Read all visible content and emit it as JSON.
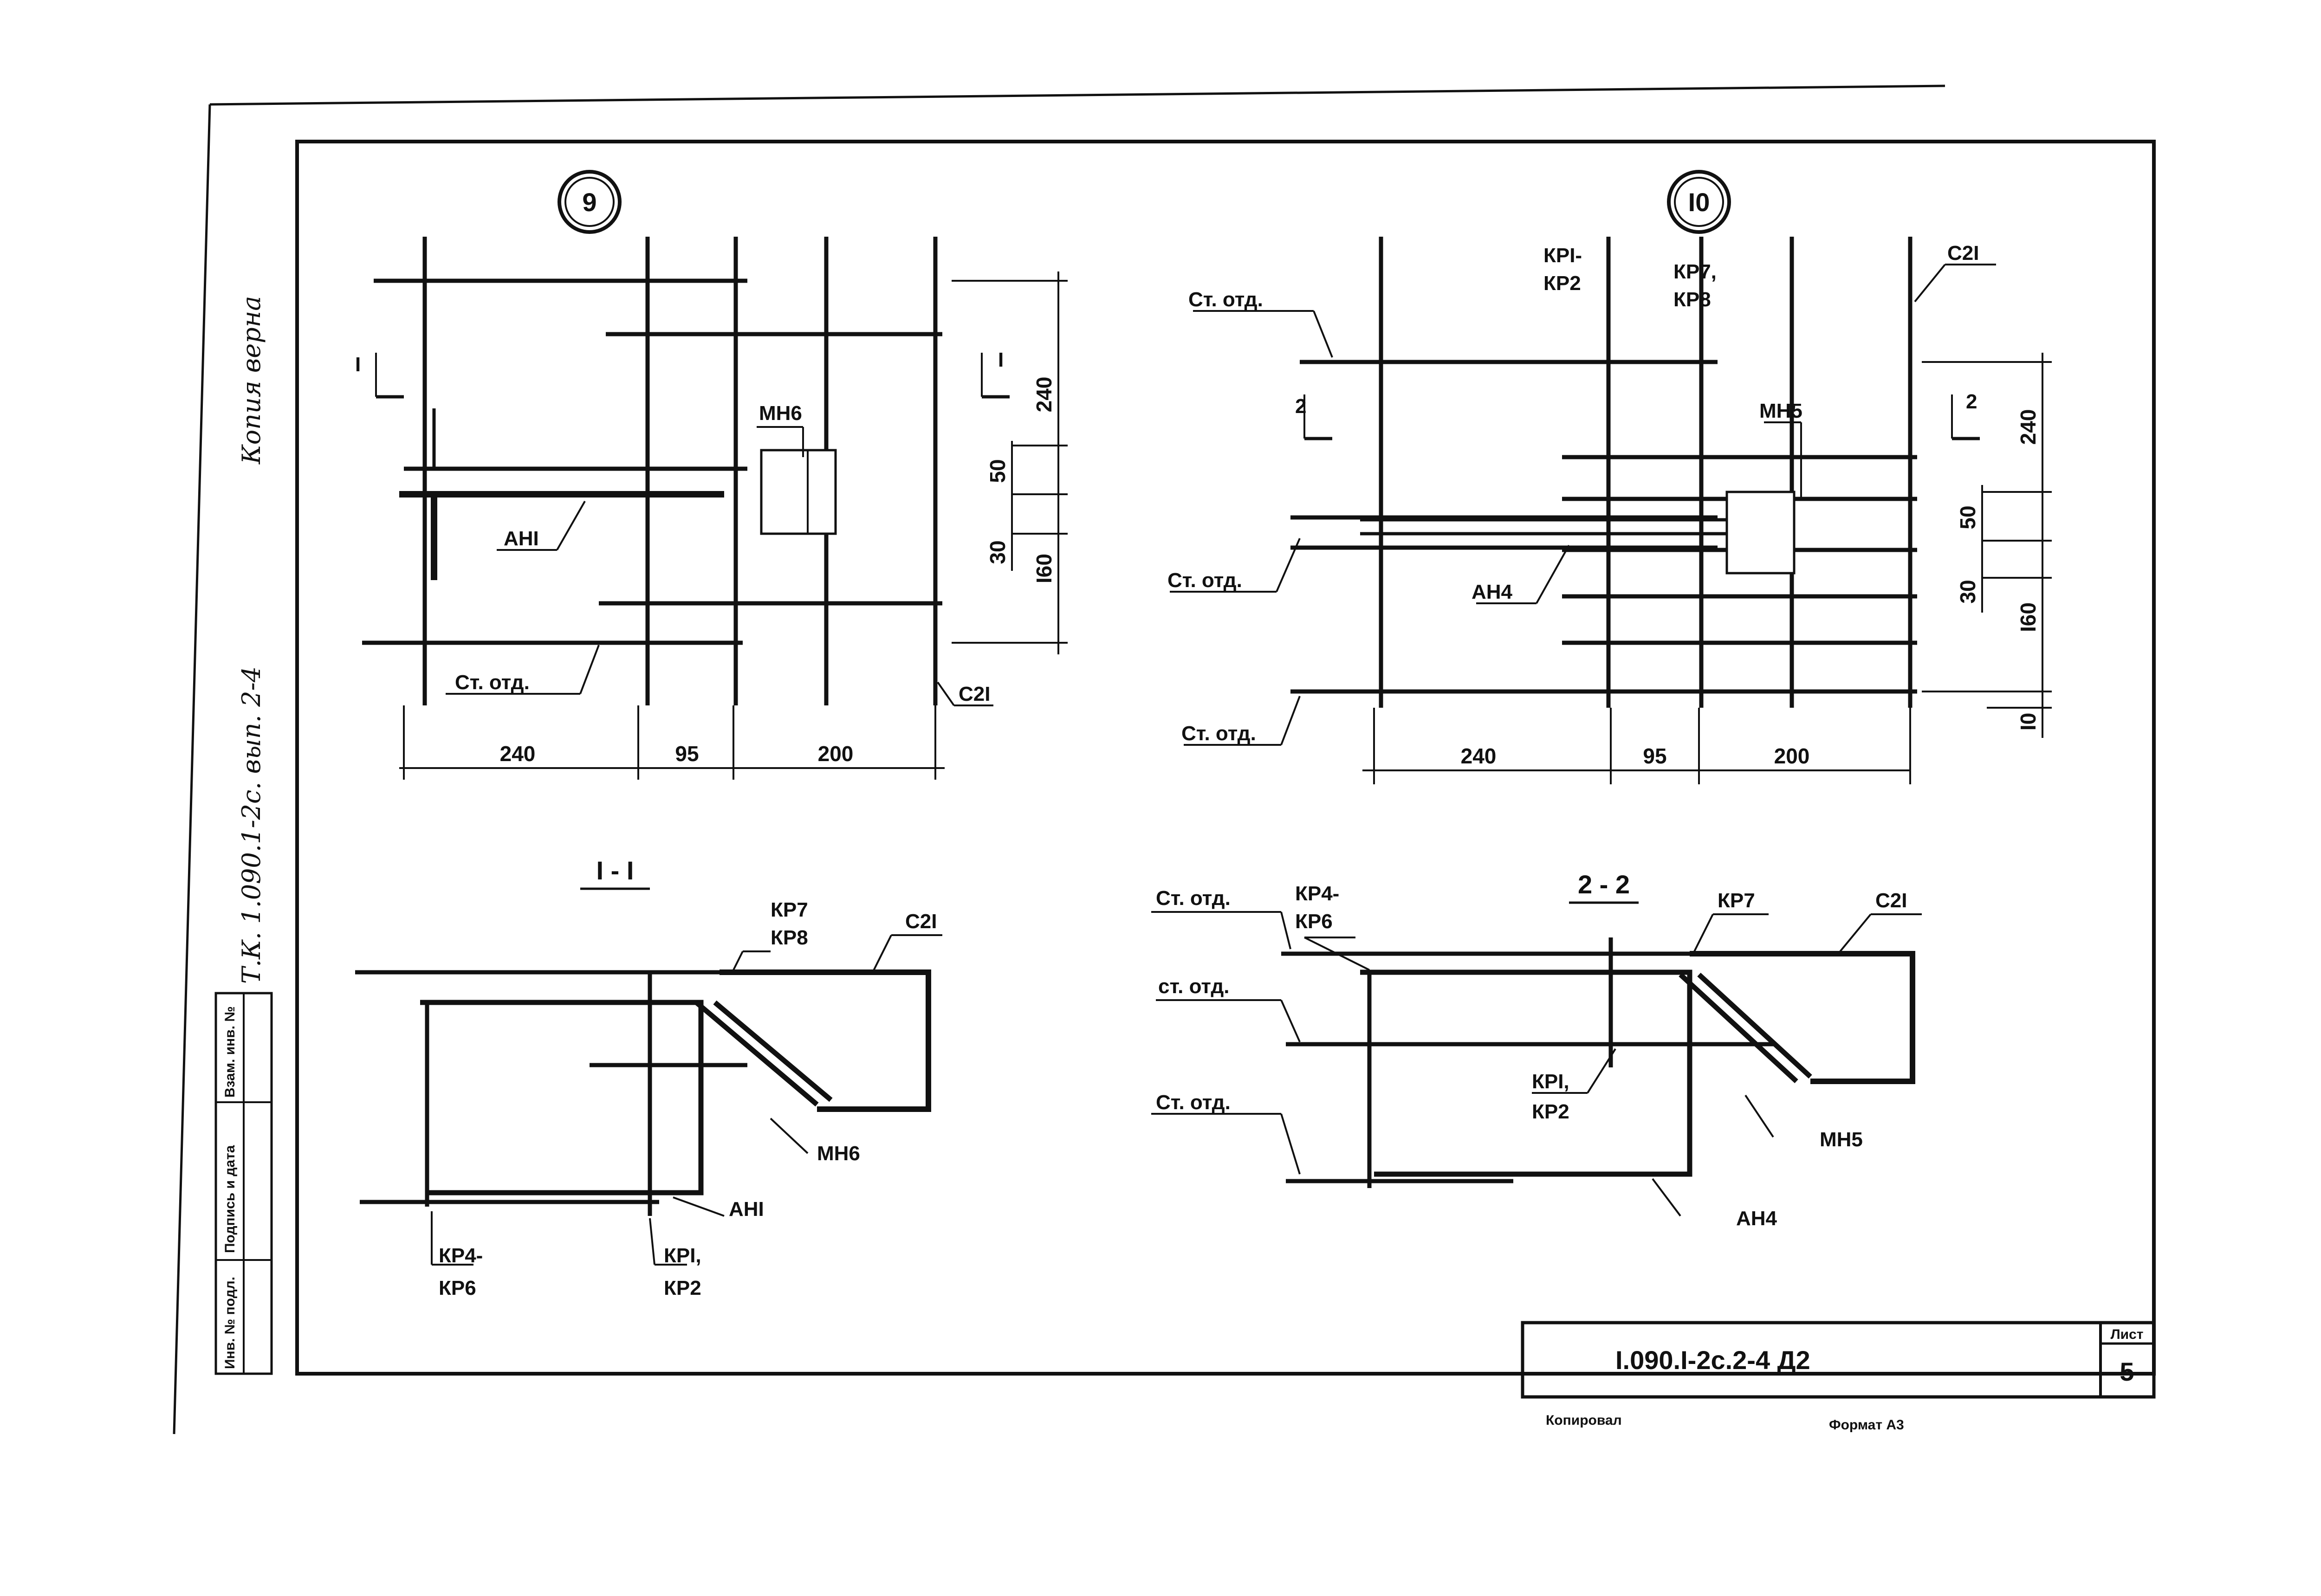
{
  "margin_notes": {
    "copy_note": "Копия верна",
    "side_ref": "Т.К. 1.090.1-2с. вып. 2-4"
  },
  "side_stamp": {
    "cells": [
      "Инв. № подл.",
      "Подпись и дата",
      "Взам. инв. №"
    ]
  },
  "detail_9": {
    "marker": "9",
    "labels": {
      "mn": "МН6",
      "an": "АНI",
      "st": "Ст. отд.",
      "c": "С2I"
    },
    "section_mark": "I",
    "dims_h": [
      "240",
      "95",
      "200"
    ],
    "dims_v": [
      "240",
      "50",
      "30",
      "I60"
    ]
  },
  "detail_10": {
    "marker": "I0",
    "labels": {
      "kp1": "КРI-",
      "kp2": "КР2",
      "kp7": "КР7,",
      "kp8": "КР8",
      "c": "С2I",
      "mn": "МН5",
      "an": "АН4",
      "st_top": "Ст. отд.",
      "st_mid": "Ст. отд.",
      "st_bot": "Ст. отд."
    },
    "section_mark": "2",
    "dims_h": [
      "240",
      "95",
      "200"
    ],
    "dims_v": [
      "240",
      "50",
      "30",
      "I60",
      "I0"
    ]
  },
  "section_1": {
    "title": "I - I",
    "labels": {
      "kp7": "КР7",
      "kp8": "КР8",
      "c": "С2I",
      "mn": "МН6",
      "an": "АНI",
      "kp4": "КР4-",
      "kp6": "КР6",
      "kp1": "КРI,",
      "kp2": "КР2"
    }
  },
  "section_2": {
    "title": "2 - 2",
    "labels": {
      "st_top": "Ст. отд.",
      "kp4": "КР4-",
      "kp6": "КР6",
      "kp7": "КР7",
      "c": "С2I",
      "st_mid": "ст. отд.",
      "st_bot": "Ст. отд.",
      "kp1": "КРI,",
      "kp2": "КР2",
      "mn": "МН5",
      "an": "АН4"
    }
  },
  "title_block": {
    "code": "I.090.I-2с.2-4 Д2",
    "sheet_label": "Лист",
    "sheet_number": "5"
  },
  "footer": {
    "copied": "Копировал",
    "format": "Формат А3"
  }
}
